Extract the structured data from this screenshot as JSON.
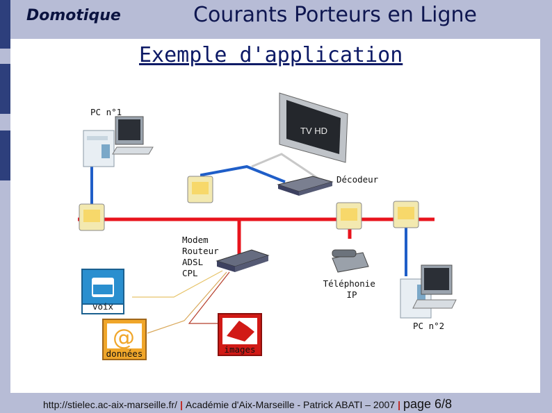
{
  "header": {
    "left_title": "Domotique",
    "main_title": "Courants Porteurs en Ligne"
  },
  "subtitle": "Exemple d'application",
  "diagram": {
    "labels": {
      "pc1": "PC n°1",
      "tv": "TV HD",
      "decoder": "Décodeur",
      "modem": [
        "Modem",
        "Routeur",
        "ADSL",
        "CPL"
      ],
      "phone_ip": [
        "Téléphonie",
        "IP"
      ],
      "pc2": "PC n°2",
      "voice": "voix",
      "data": "données",
      "images": "images"
    },
    "colors": {
      "power_line": "#e8141d",
      "ethernet": "#1f5ec8"
    }
  },
  "footer": {
    "url": "http://stielec.ac-aix-marseille.fr/",
    "credit": "Académie d'Aix-Marseille - Patrick ABATI – 2007",
    "page": "page 6/8"
  }
}
